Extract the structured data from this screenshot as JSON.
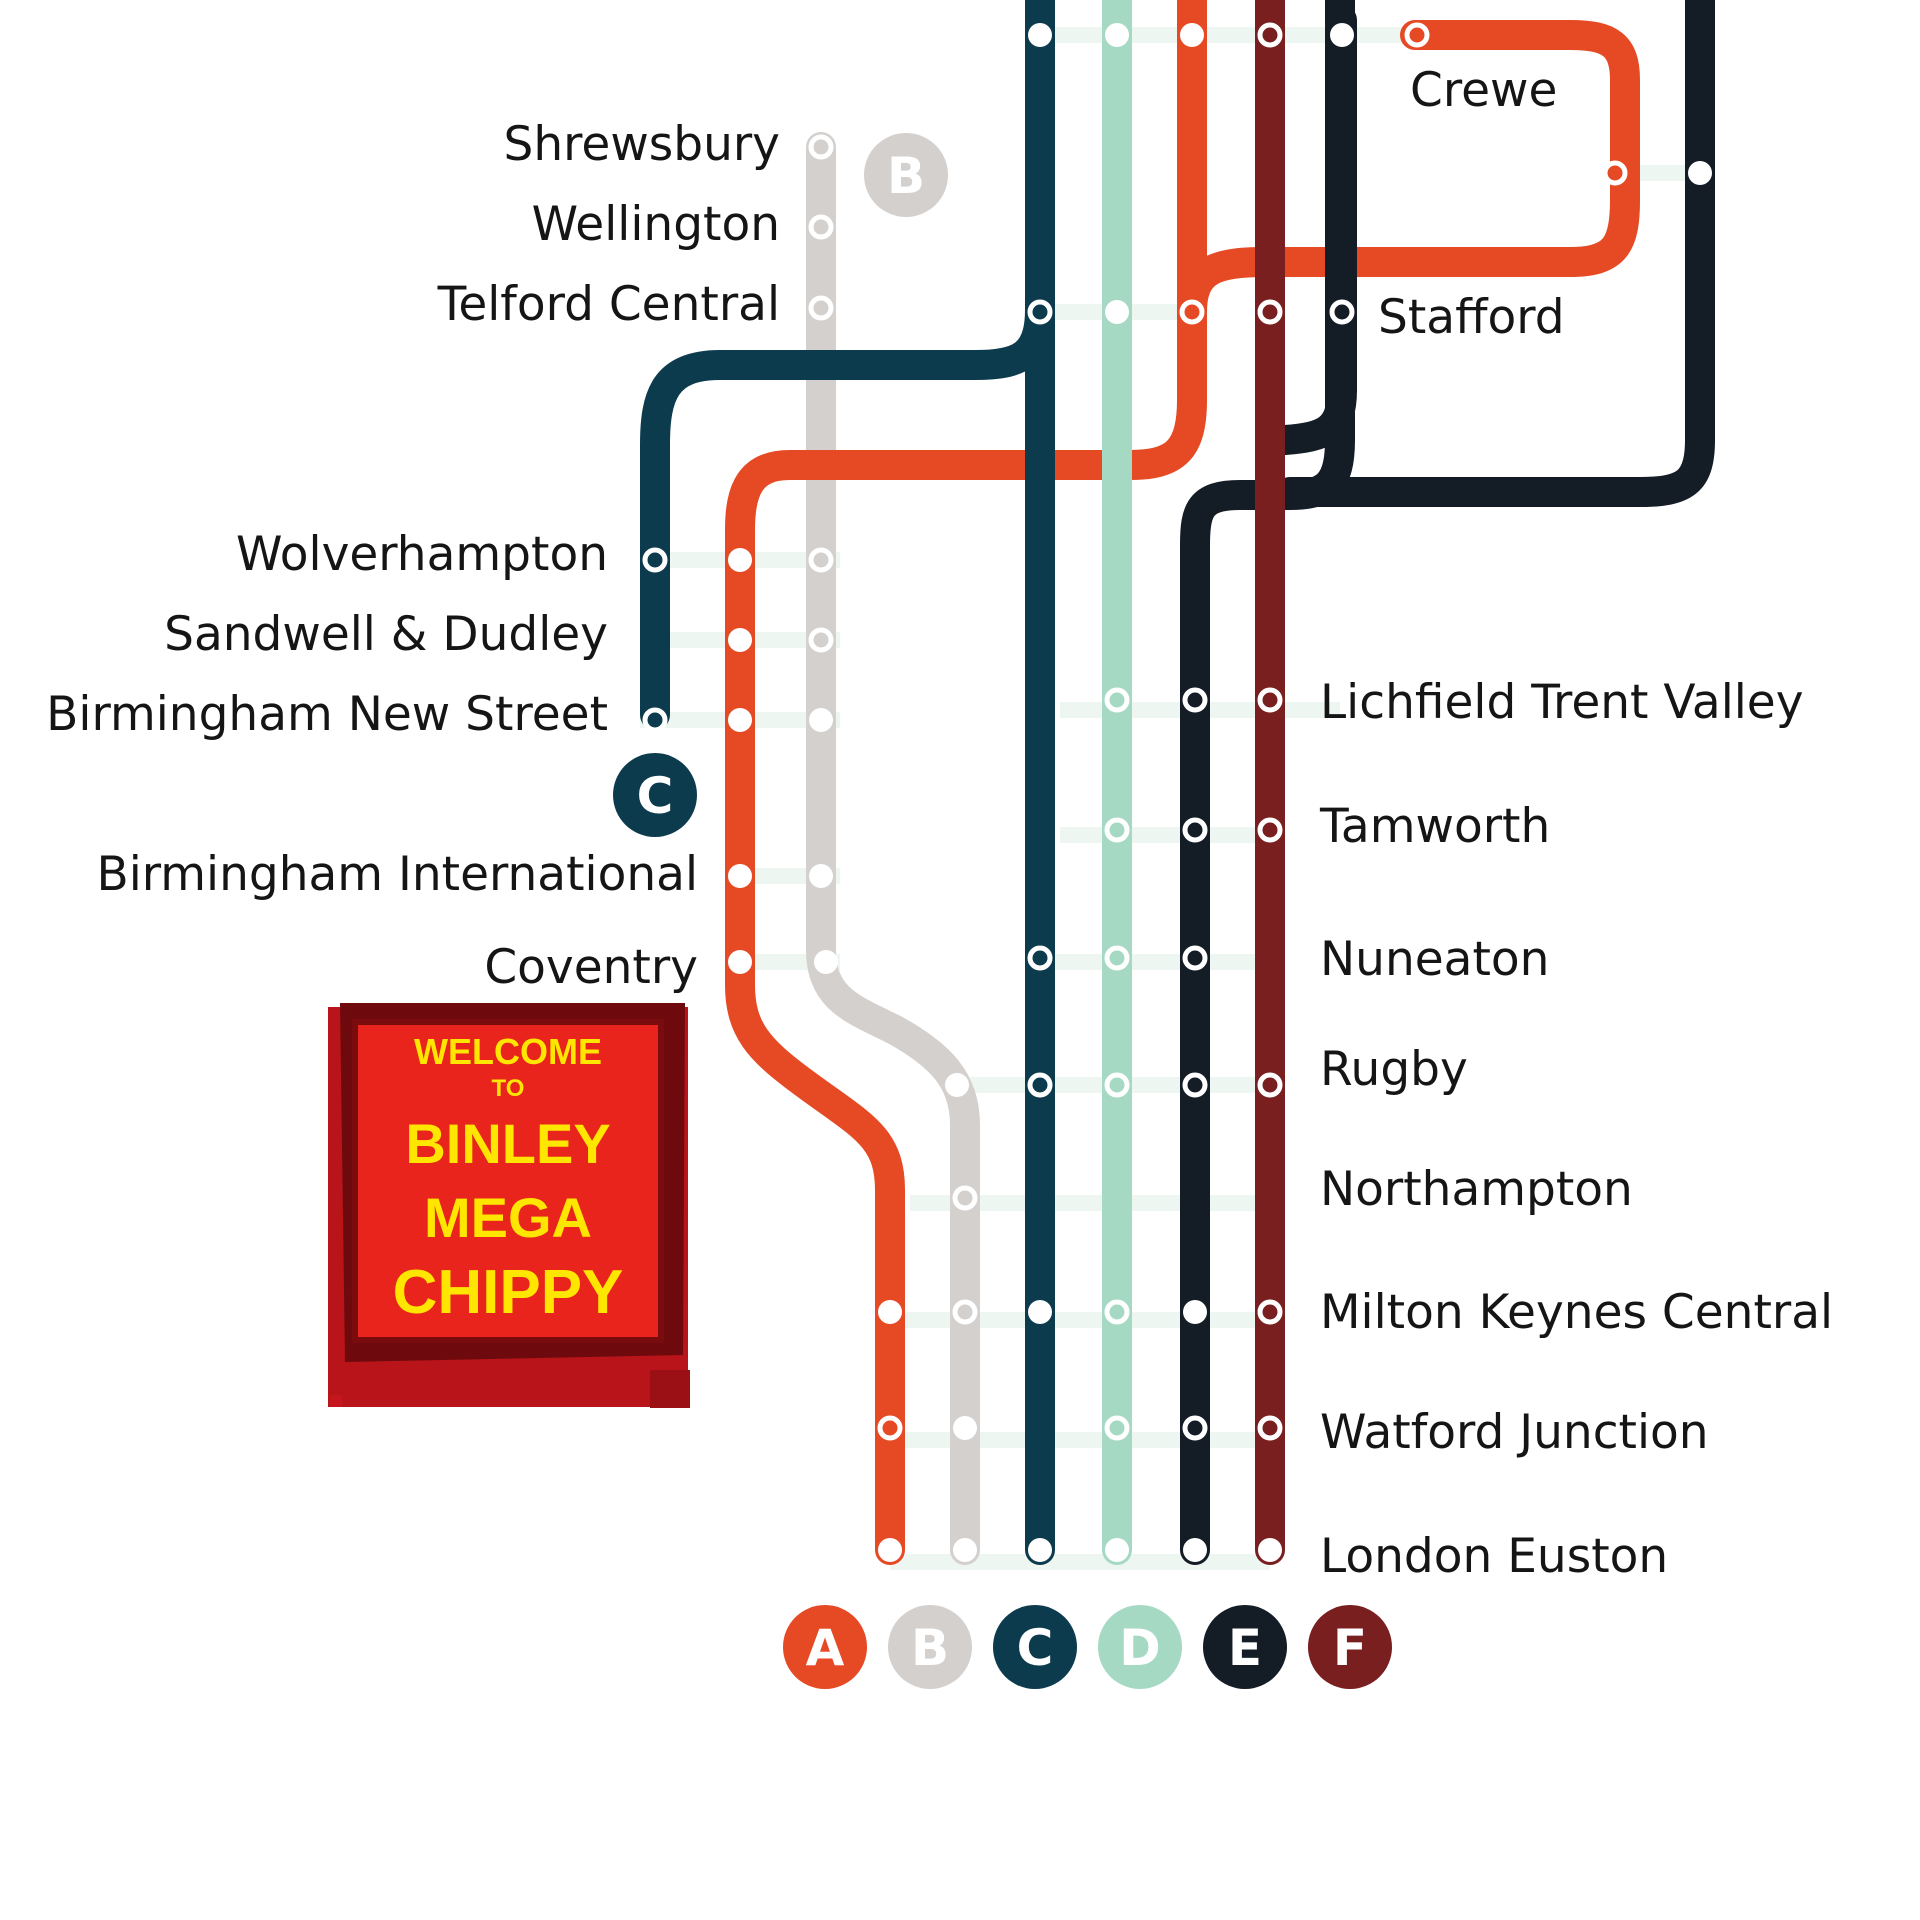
{
  "colors": {
    "A": "#e64a24",
    "B": "#d3d0ce",
    "C": "#0d3b4e",
    "D": "#a6d9c4",
    "E": "#141c26",
    "F": "#7a1f20",
    "connector": "#eef6f1",
    "label": "#151515",
    "sign_red": "#e8241c",
    "sign_yellow": "#ffe600"
  },
  "lines": [
    {
      "id": "A",
      "badge": "A"
    },
    {
      "id": "B",
      "badge": "B"
    },
    {
      "id": "C",
      "badge": "C"
    },
    {
      "id": "D",
      "badge": "D"
    },
    {
      "id": "E",
      "badge": "E"
    },
    {
      "id": "F",
      "badge": "F"
    }
  ],
  "inline_badges": [
    {
      "line": "B",
      "text": "B"
    },
    {
      "line": "C",
      "text": "C"
    }
  ],
  "stations": {
    "crewe": "Crewe",
    "shrewsbury": "Shrewsbury",
    "wellington": "Wellington",
    "telford": "Telford Central",
    "stafford": "Stafford",
    "wolverhampton": "Wolverhampton",
    "sandwell": "Sandwell & Dudley",
    "bham_new_st": "Birmingham New Street",
    "bham_intl": "Birmingham International",
    "coventry": "Coventry",
    "lichfield": "Lichfield Trent Valley",
    "tamworth": "Tamworth",
    "nuneaton": "Nuneaton",
    "rugby": "Rugby",
    "northampton": "Northampton",
    "milton_keynes": "Milton Keynes Central",
    "watford": "Watford Junction",
    "euston": "London Euston"
  },
  "sign": {
    "line1": "WELCOME",
    "line2": "TO",
    "line3": "BINLEY",
    "line4": "MEGA",
    "line5": "CHIPPY"
  }
}
